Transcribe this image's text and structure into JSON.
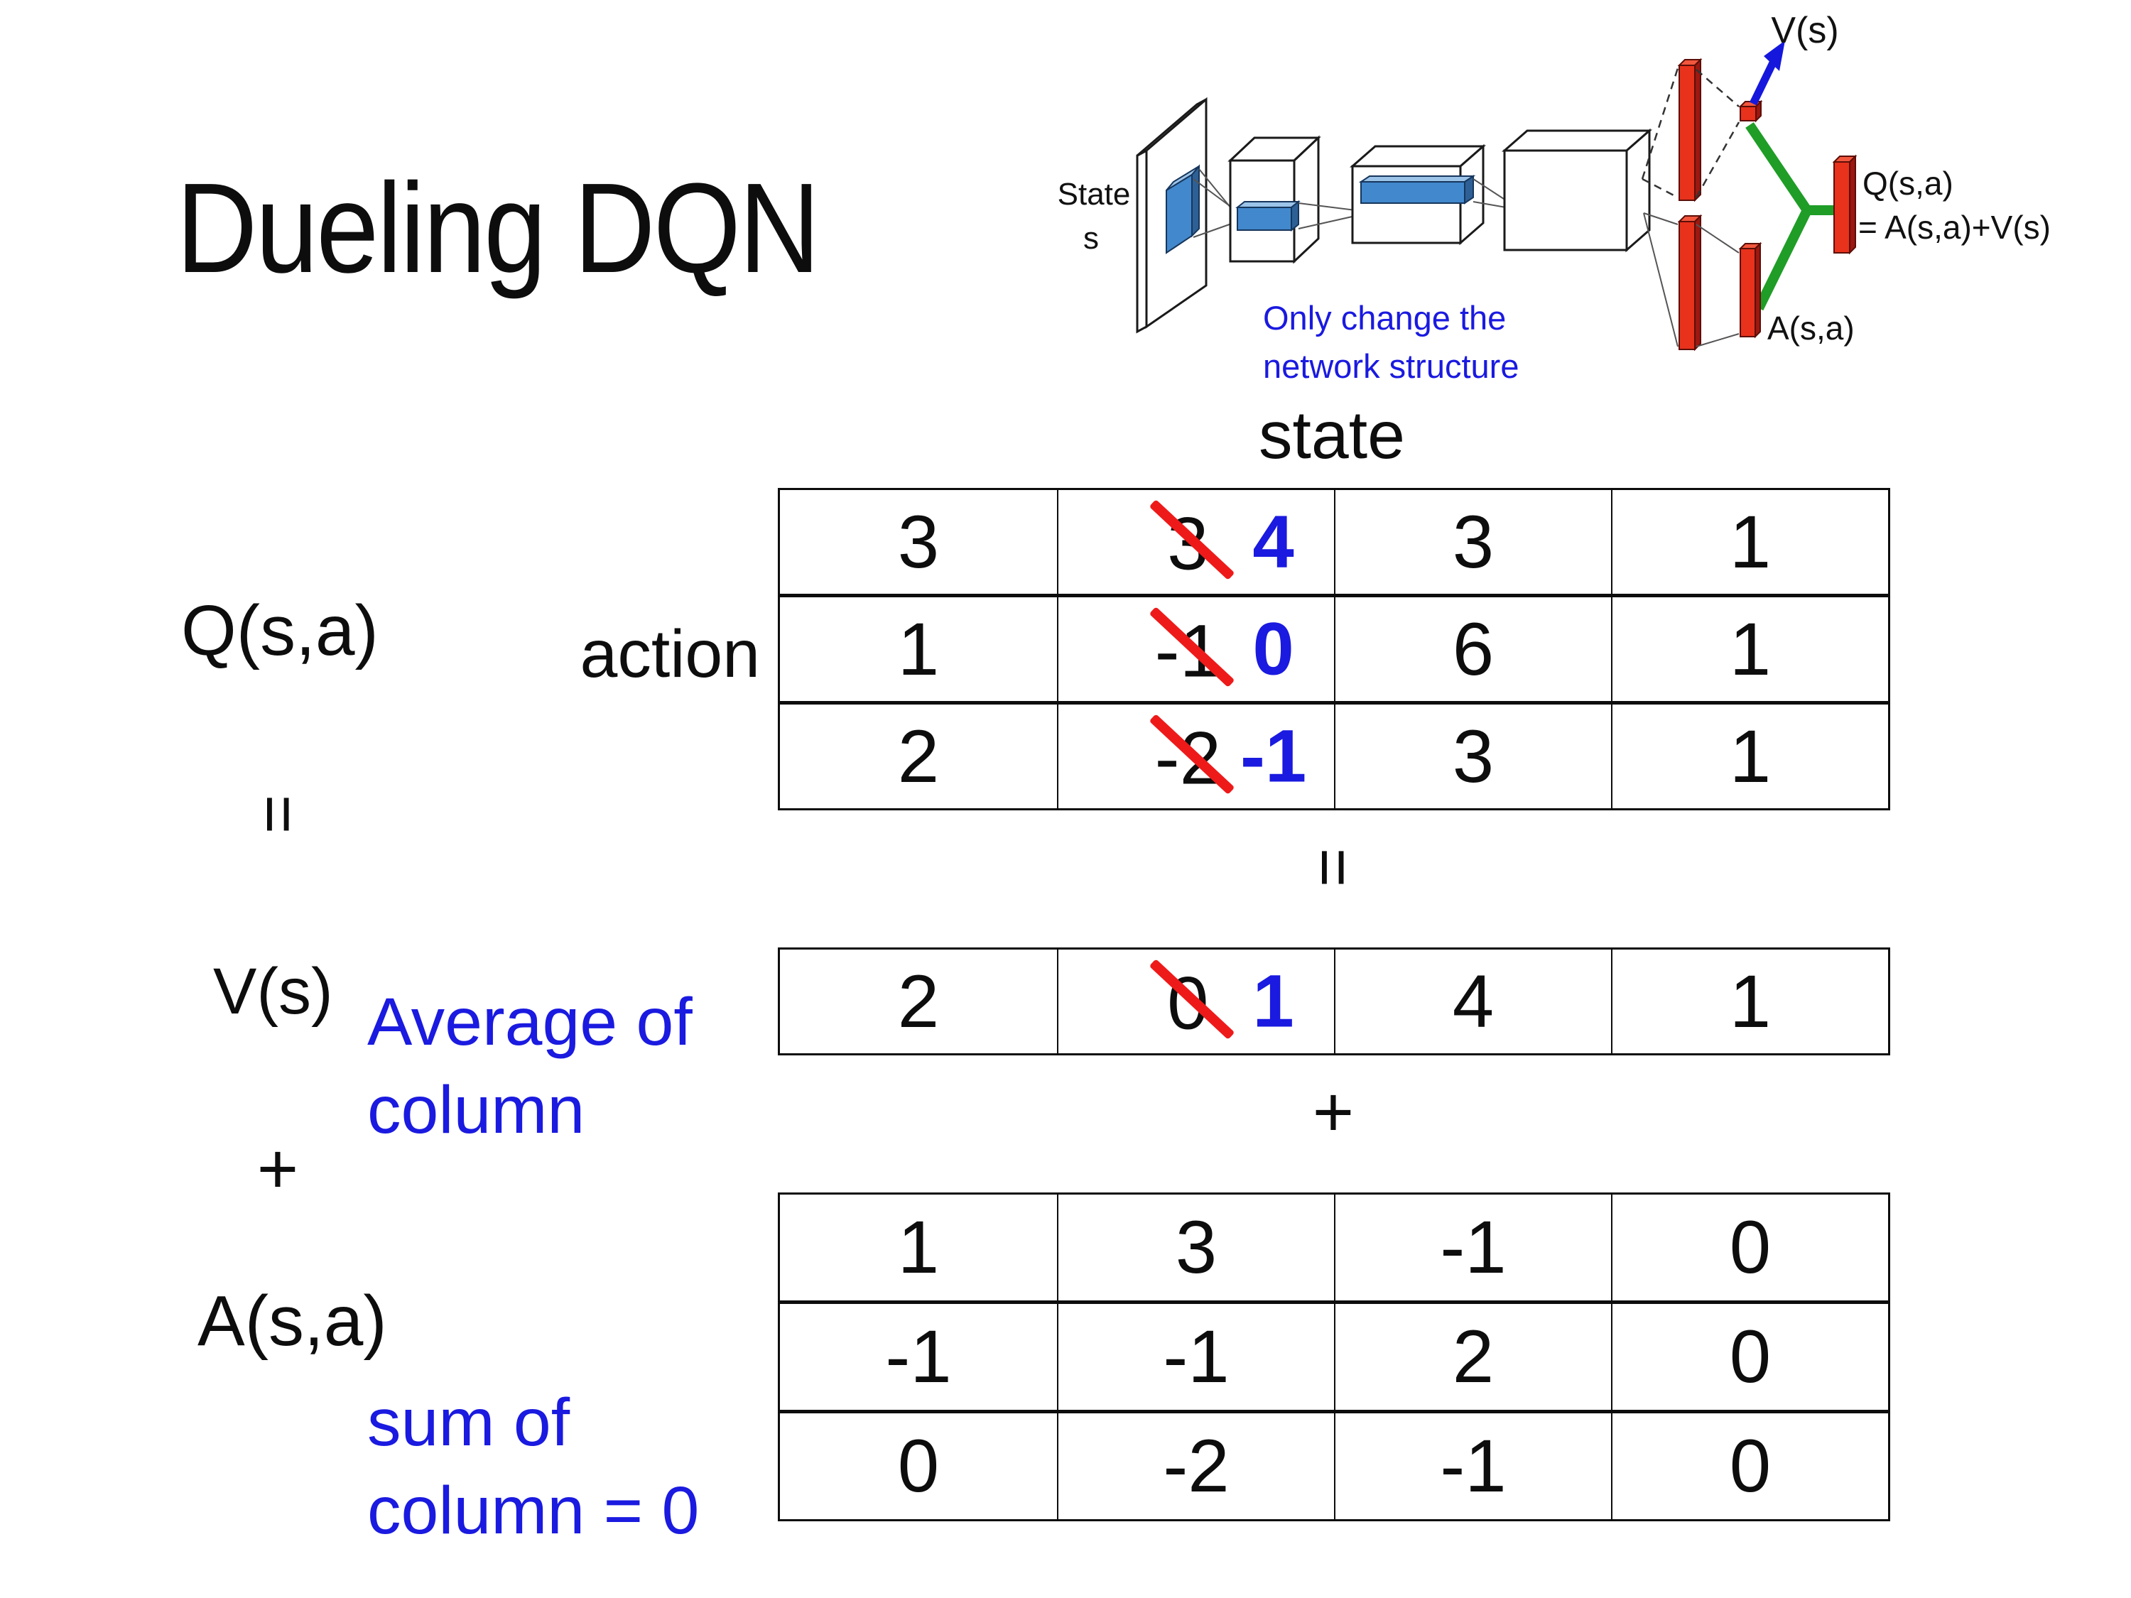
{
  "slide": {
    "title": "Dueling DQN",
    "state_header": "state",
    "action_label": "action",
    "q_label": "Q(s,a)",
    "v_label": "V(s)",
    "a_label": "A(s,a)",
    "equals": "=",
    "plus": "+",
    "avg_note_line1": "Average of",
    "avg_note_line2": "column",
    "sum_note_line1": "sum of",
    "sum_note_line2": "column = 0"
  },
  "diagram": {
    "state_word": "State",
    "state_s": "s",
    "v_out_label": "V(s)",
    "q_out_line1": "Q(s,a)",
    "q_out_line2": "= A(s,a)+V(s)",
    "a_out_label": "A(s,a)",
    "note_line1": "Only change the",
    "note_line2": "network structure"
  },
  "q_table": {
    "rows": [
      [
        {
          "v": "3"
        },
        {
          "v": "3",
          "new": "4"
        },
        {
          "v": "3"
        },
        {
          "v": "1"
        }
      ],
      [
        {
          "v": "1"
        },
        {
          "v": "-1",
          "new": "0"
        },
        {
          "v": "6"
        },
        {
          "v": "1"
        }
      ],
      [
        {
          "v": "2"
        },
        {
          "v": "-2",
          "new": "-1"
        },
        {
          "v": "3"
        },
        {
          "v": "1"
        }
      ]
    ]
  },
  "v_table": {
    "rows": [
      [
        {
          "v": "2"
        },
        {
          "v": "0",
          "new": "1"
        },
        {
          "v": "4"
        },
        {
          "v": "1"
        }
      ]
    ]
  },
  "a_table": {
    "rows": [
      [
        {
          "v": "1"
        },
        {
          "v": "3"
        },
        {
          "v": "-1"
        },
        {
          "v": "0"
        }
      ],
      [
        {
          "v": "-1"
        },
        {
          "v": "-1"
        },
        {
          "v": "2"
        },
        {
          "v": "0"
        }
      ],
      [
        {
          "v": "0"
        },
        {
          "v": "-2"
        },
        {
          "v": "-1"
        },
        {
          "v": "0"
        }
      ]
    ]
  },
  "colors": {
    "accent_blue": "#1a1ae0",
    "strike_red": "#ee1a1a",
    "bar_red": "#e8321c",
    "connector_green": "#1f9d27",
    "filter_blue": "#4288cc"
  }
}
